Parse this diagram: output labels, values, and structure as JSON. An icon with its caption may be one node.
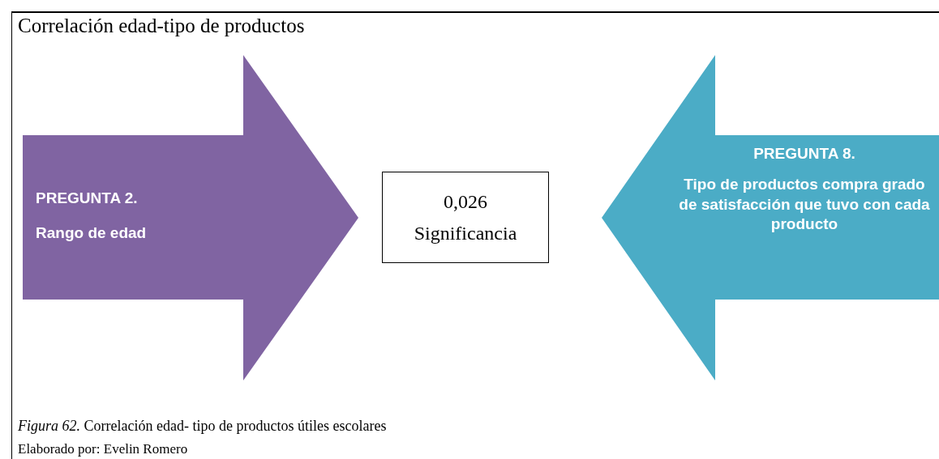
{
  "diagram": {
    "title": "Correlación edad-tipo de productos",
    "nodes": [
      {
        "text": [
          "PREGUNTA 2.",
          "Rango de edad"
        ]
      },
      {
        "text": [
          "0,026",
          "Significancia"
        ]
      },
      {
        "text": [
          "PREGUNTA  8.",
          "Tipo de productos compra grado de satisfacción que tuvo con cada producto"
        ]
      }
    ],
    "caption": "*Figura 62.* Correlación edad- tipo de productos  útiles  escolares",
    "labels": [
      "Elaborado por: Evelin Romero"
    ]
  }
}
